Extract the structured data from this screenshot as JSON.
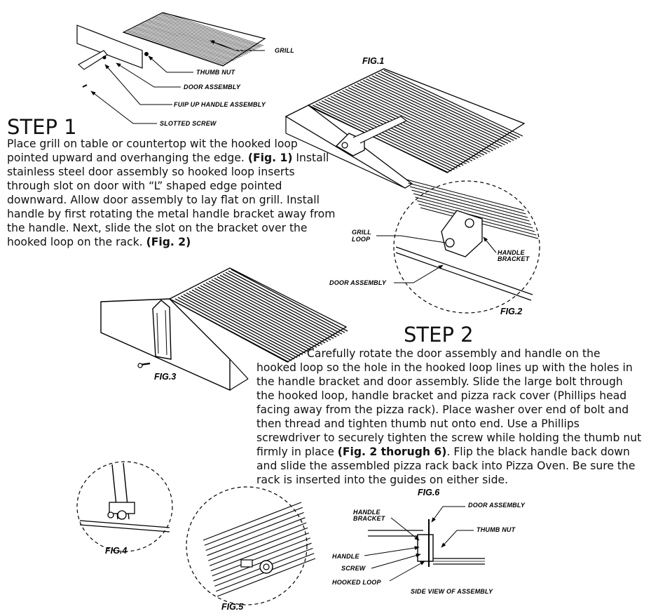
{
  "step1": {
    "title": "STEP 1",
    "body": [
      {
        "t": "Place grill on table or countertop wit the hooked loop pointed upward and overhanging the edge. ",
        "b": false
      },
      {
        "t": "(Fig. 1)",
        "b": true
      },
      {
        "t": " Install stainless steel door assembly so hooked loop inserts through slot on door with “L” shaped edge pointed downward. Allow door assembly to lay flat on grill. Install handle by first rotating the metal handle bracket away from the handle. Next, slide the slot on the bracket over the hooked loop on the rack. ",
        "b": false
      },
      {
        "t": "(Fig. 2)",
        "b": true
      }
    ]
  },
  "step2": {
    "title": "STEP 2",
    "body": [
      {
        "t": "Carefully rotate the door assembly and handle on the hooked loop so the hole in the hooked loop lines up with the holes in the handle bracket and door assembly. Slide the large bolt through the hooked loop, handle bracket and pizza rack cover (Phillips head facing away from the pizza rack). Place washer over end of bolt and then thread and tighten thumb nut onto end. Use a Phillips screwdriver to securely tighten the screw while holding the thumb nut firmly in place ",
        "b": false
      },
      {
        "t": "(Fig. 2 thorugh 6)",
        "b": true
      },
      {
        "t": ".  Flip the black handle back down and slide the assembled pizza rack back into Pizza Oven. Be sure the rack is inserted into the guides on either side.",
        "b": false
      }
    ]
  },
  "labels": {
    "grill": "GRILL",
    "thumb_nut": "THUMB NUT",
    "door_assembly": "DOOR ASSEMBLY",
    "flip_up_handle": "FUIP UP HANDLE ASSEMBLY",
    "slotted_screw": "SLOTTED SCREW",
    "grill_loop_1": "GRILL",
    "grill_loop_2": "LOOP",
    "handle_bracket_1": "HANDLE",
    "handle_bracket_2": "BRACKET",
    "door_assembly_fig2": "DOOR ASSEMBLY",
    "fig6_handle_bracket_1": "HANDLE",
    "fig6_handle_bracket_2": "BRACKET",
    "fig6_door_assembly": "DOOR ASSEMBLY",
    "fig6_thumb_nut": "THUMB NUT",
    "fig6_handle": "HANDLE",
    "fig6_screw": "SCREW",
    "fig6_hooked_loop": "HOOKED LOOP",
    "fig6_side_view": "SIDE VIEW OF ASSEMBLY"
  },
  "figures": {
    "fig1": "FIG.1",
    "fig2": "FIG.2",
    "fig3": "FIG.3",
    "fig4": "FIG.4",
    "fig5": "FIG.5",
    "fig6": "FIG.6"
  }
}
